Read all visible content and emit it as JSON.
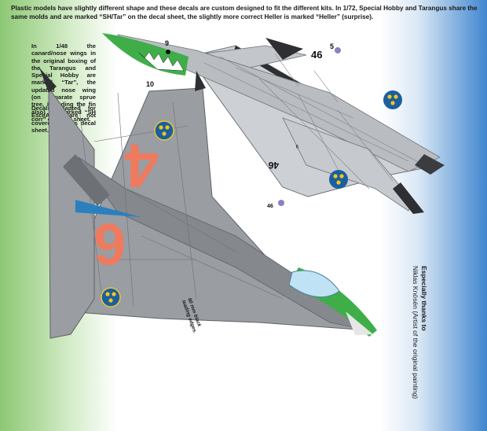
{
  "notes": {
    "top": "Plastic models have slightly different shape and these decals are custom designed to fit the different kits. In 1/72, Special Hobby and Tarangus share the same molds and are marked “SH/Tar” on the decal sheet, the slightly more correct Heller is marked “Heller” (surprise).",
    "scale_148": "In 1/48 the canard/nose wings in the original boxing of the Tarangus and Special Hobby are marked “Tar”, the updated nose wing (on separate sprue tree, including the fin also) are marked “SH corr” on decal sheet.",
    "esci": "Decals adapted for Esci/Airfix are not covered on this decal sheet.",
    "ruler": "60 mm black leading edges.",
    "thanks_line1": "Especially thanks to",
    "thanks_line2": "Niklas Knösén (Artist of the original painting)"
  },
  "markings": {
    "code_small_top": "46",
    "code_small_top_alt": "5",
    "code_under": "46",
    "code_nose_a": "9",
    "code_nose_b": "10",
    "code_small_under": "46",
    "code_big_a": "4",
    "code_big_b": "6",
    "code_tiny": "9"
  },
  "colors": {
    "camo_grey": "#9a9da2",
    "light_grey": "#cdd0d4",
    "code_red": "#f07a5e",
    "roundel_blue": "#1b5f9e",
    "roundel_gold": "#f2c41c",
    "nose_green": "#3fae49",
    "canopy": "#bfe3f5"
  }
}
